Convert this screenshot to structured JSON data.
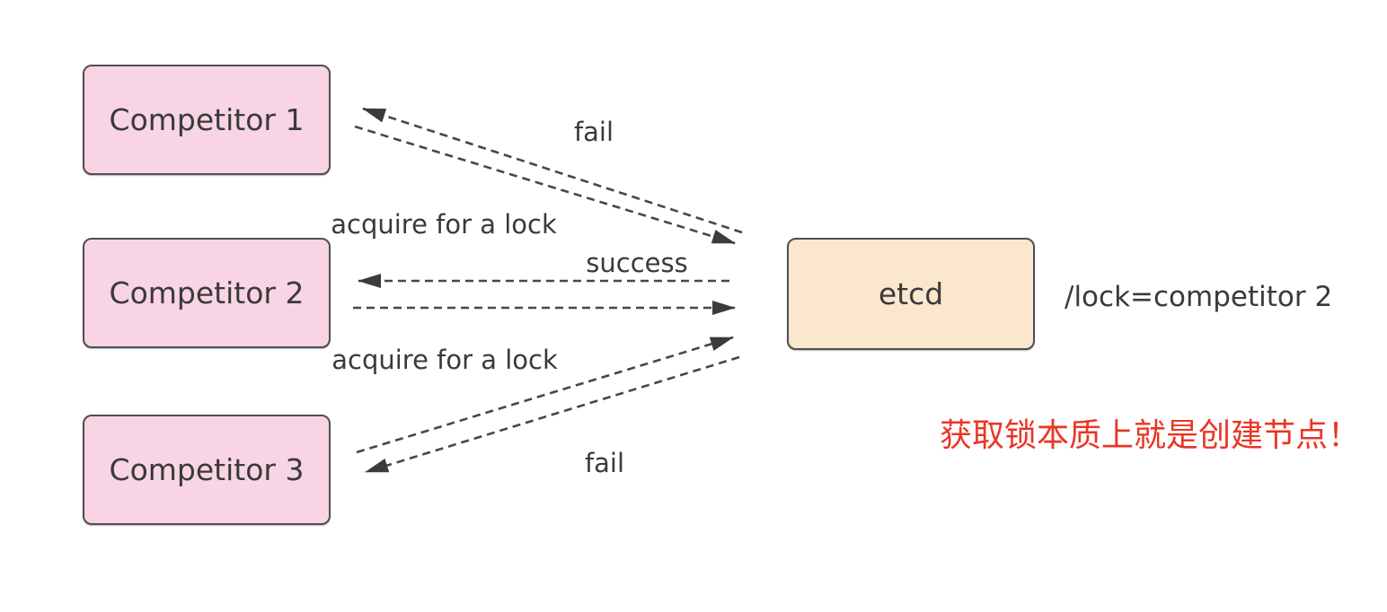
{
  "title": "etcd distributed lock acquisition diagram",
  "colors": {
    "background": "#ffffff",
    "competitor_fill": "#f8d4e4",
    "etcd_fill": "#fbe6ce",
    "node_border": "#4f4f4f",
    "arrow": "#474747",
    "text": "#3a3a3a",
    "note_red": "#ea3524"
  },
  "nodes": [
    {
      "id": "competitor-1",
      "label": "Competitor 1"
    },
    {
      "id": "competitor-2",
      "label": "Competitor 2"
    },
    {
      "id": "competitor-3",
      "label": "Competitor 3"
    },
    {
      "id": "etcd",
      "label": "etcd"
    }
  ],
  "edge_labels": {
    "fail_top": "fail",
    "acquire_top": "acquire for a lock",
    "success": "success",
    "acquire_bottom": "acquire for a lock",
    "fail_bottom": "fail"
  },
  "annotations": {
    "lock_value": "/lock=competitor 2",
    "note": "获取锁本质上就是创建节点！"
  }
}
